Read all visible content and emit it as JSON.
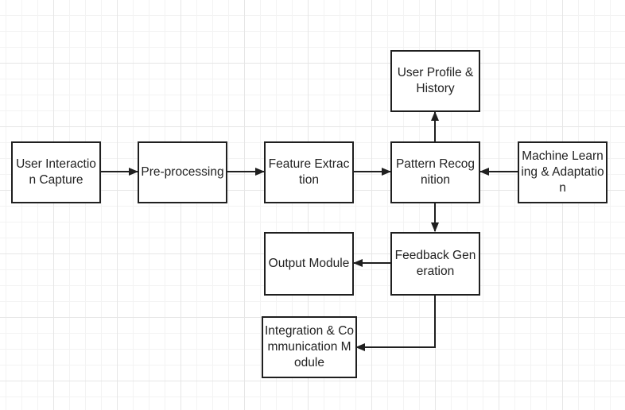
{
  "diagram": {
    "nodes": {
      "user_interaction_capture": "User Interaction Capture",
      "pre_processing": "Pre-processing",
      "feature_extraction": "Feature Extraction",
      "pattern_recognition": "Pattern Recognition",
      "machine_learning_adaptation": "Machine Learning & Adaptation",
      "user_profile_history": "User Profile & History",
      "feedback_generation": "Feedback Generation",
      "output_module": "Output Module",
      "integration_communication_module": "Integration & Communication Module"
    },
    "edges": [
      {
        "from": "User Interaction Capture",
        "to": "Pre-processing"
      },
      {
        "from": "Pre-processing",
        "to": "Feature Extraction"
      },
      {
        "from": "Feature Extraction",
        "to": "Pattern Recognition"
      },
      {
        "from": "Machine Learning & Adaptation",
        "to": "Pattern Recognition"
      },
      {
        "from": "Pattern Recognition",
        "to": "User Profile & History"
      },
      {
        "from": "Pattern Recognition",
        "to": "Feedback Generation"
      },
      {
        "from": "Feedback Generation",
        "to": "Output Module"
      },
      {
        "from": "Feedback Generation",
        "to": "Integration & Communication Module"
      }
    ],
    "colors": {
      "stroke": "#1f1f1f",
      "text": "#222222",
      "grid": "#e6e6e6",
      "background": "#ffffff"
    }
  }
}
